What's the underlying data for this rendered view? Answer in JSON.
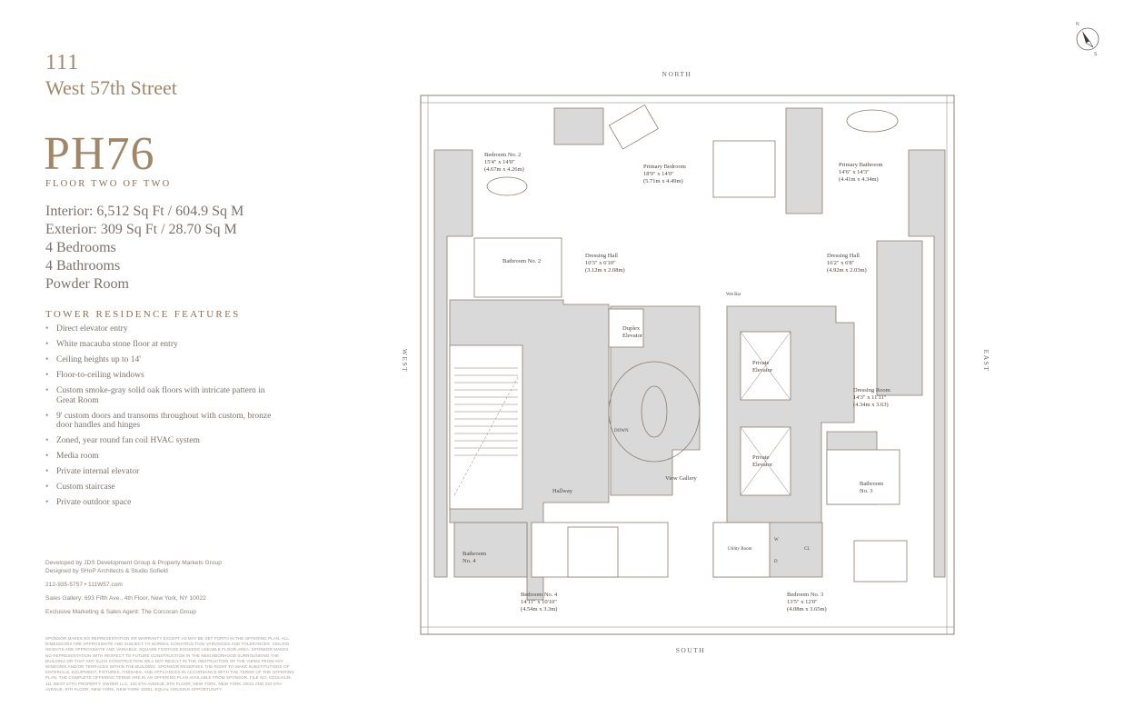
{
  "building": {
    "number": "111",
    "street": "West 57th Street"
  },
  "unit": {
    "name": "PH76",
    "floor_label": "FLOOR TWO OF TWO"
  },
  "stats": [
    "Interior: 6,512 Sq Ft / 604.9 Sq M",
    "Exterior: 309 Sq Ft / 28.70 Sq M",
    "4 Bedrooms",
    "4 Bathrooms",
    "Powder Room"
  ],
  "features_heading": "TOWER RESIDENCE FEATURES",
  "features": [
    "Direct elevator entry",
    "White macauba stone floor at entry",
    "Ceiling heights up to 14'",
    "Floor-to-ceiling windows",
    "Custom smoke-gray solid oak floors with intricate pattern in Great Room",
    "9' custom doors and transoms throughout with custom, bronze door handles and hinges",
    "Zoned, year round fan coil HVAC system",
    "Media room",
    "Private internal elevator",
    "Custom staircase",
    "Private outdoor space"
  ],
  "credits": {
    "developed_by": "Developed by JDS Development Group & Property Markets Group",
    "designed_by": "Designed by SHoP Architects & Studio Sofield",
    "contact": "212-935-5757  •  111W57.com",
    "sales_gallery": "Sales Gallery: 693 Fifth Ave., 4th Floor, New York, NY 10022",
    "exclusive_agent": "Exclusive Marketing & Sales Agent: The Corcoran Group"
  },
  "disclaimer": "SPONSOR MAKES NO REPRESENTATION OR WARRANTY EXCEPT AS MAY BE SET FORTH IN THE OFFERING PLAN. ALL DIMENSIONS ARE APPROXIMATE AND SUBJECT TO NORMAL CONSTRUCTION VARIANCES AND TOLERANCES. CEILING HEIGHTS ARE APPROXIMATE AND VARIABLE. SQUARE FOOTAGE EXCEEDS USEABLE FLOOR AREA. SPONSOR MAKES NO REPRESENTATION WITH RESPECT TO FUTURE CONSTRUCTION IN THE NEIGHBORHOOD SURROUNDING THE BUILDING OR THAT ANY SUCH CONSTRUCTION WILL NOT RESULT IN THE OBSTRUCTION OF THE VIEWS FROM ANY WINDOWS AND/OR TERRACES WITHIN THE BUILDING. SPONSOR RESERVES THE RIGHT TO MAKE SUBSTITUTIONS OF MATERIALS, EQUIPMENT, FIXTURES, FINISHES, AND APPLIANCES IN ACCORDANCE WITH THE TERMS OF THE OFFERING PLAN. THE COMPLETE OFFERING TERMS ARE IN AN OFFERING PLAN AVAILABLE FROM SPONSOR. FILE NO. CD15-0146. 111 WEST 57TH PROPERTY OWNER LLC, 104 5TH AVENUE, 9TH FLOOR, NEW YORK, NEW YORK 10011 AND 220 5TH AVENUE, 9TH FLOOR, NEW YORK, NEW YORK 10001. EQUAL HOUSING OPPORTUNITY.",
  "compass": {
    "n": "N",
    "s": "S"
  },
  "plan": {
    "directions": {
      "north": "NORTH",
      "south": "SOUTH",
      "west": "WEST",
      "east": "EAST"
    },
    "rooms": {
      "bedroom2": {
        "name": "Bedroom No. 2",
        "imperial": "15'4\" x 14'0\"",
        "metric": "(4.67m x 4.26m)"
      },
      "primary_bedroom": {
        "name": "Primary Bedroom",
        "imperial": "18'9\" x 14'0\"",
        "metric": "(5.71m x 4.49m)"
      },
      "primary_bathroom": {
        "name": "Primary Bathroom",
        "imperial": "14'6\" x 14'3\"",
        "metric": "(4.41m x 4.34m)"
      },
      "bathroom2": {
        "name": "Bathroom No. 2"
      },
      "dressing_hall_w": {
        "name": "Dressing Hall",
        "imperial": "10'3\" x 6'10\"",
        "metric": "(3.12m x 2.08m)"
      },
      "dressing_hall_e": {
        "name": "Dressing Hall",
        "imperial": "16'2\" x 6'8\"",
        "metric": "(4.92m x 2.03m)"
      },
      "wet_bar": {
        "name": "Wet Bar"
      },
      "duplex_elevator": {
        "line1": "Duplex",
        "line2": "Elevator"
      },
      "private_elevator_1": {
        "line1": "Private",
        "line2": "Elevator"
      },
      "private_elevator_2": {
        "line1": "Private",
        "line2": "Elevator"
      },
      "dressing_room": {
        "name": "Dressing Room",
        "imperial": "14'3\" x 11'11\"",
        "metric": "(4.34m x 3.63)"
      },
      "down": {
        "name": "DOWN"
      },
      "view_gallery": {
        "name": "View Gallery"
      },
      "hallway": {
        "name": "Hallway"
      },
      "bathroom3": {
        "line1": "Bathroom",
        "line2": "No. 3"
      },
      "bathroom4": {
        "line1": "Bathroom",
        "line2": "No. 4"
      },
      "utility_room": {
        "name": "Utility Room"
      },
      "w": {
        "name": "W"
      },
      "d": {
        "name": "D"
      },
      "cl": {
        "name": "CL"
      },
      "bedroom4": {
        "name": "Bedroom No. 4",
        "imperial": "14'11\" x 10'10\"",
        "metric": "(4.54m x 3.3m)"
      },
      "bedroom3": {
        "name": "Bedroom No. 3",
        "imperial": "13'5\" x 12'0\"",
        "metric": "(4.08m x 3.65m)"
      }
    }
  },
  "colors": {
    "accent": "#a0876a",
    "room_fill": "#d9d9d9",
    "wall": "#8c7d70",
    "text": "#6b6460"
  }
}
